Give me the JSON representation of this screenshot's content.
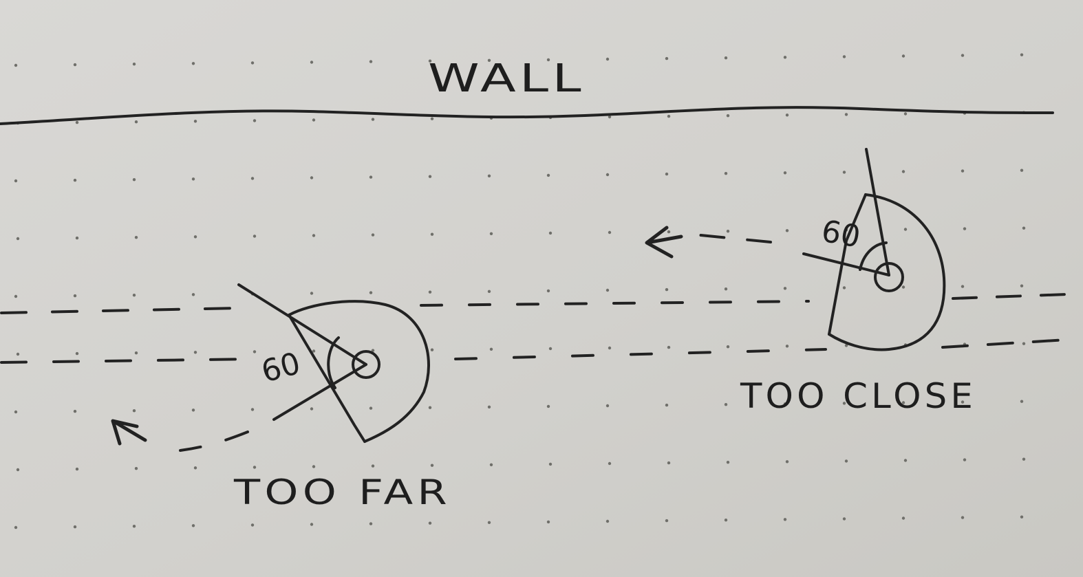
{
  "labels": {
    "wall": "WALL",
    "too_far": "TOO FAR",
    "too_close": "TOO CLOSE",
    "angle_far": "60",
    "angle_close": "60"
  },
  "colors": {
    "paper": "#d4d3cf",
    "ink": "#222222",
    "dot": "#6f6f6a"
  }
}
